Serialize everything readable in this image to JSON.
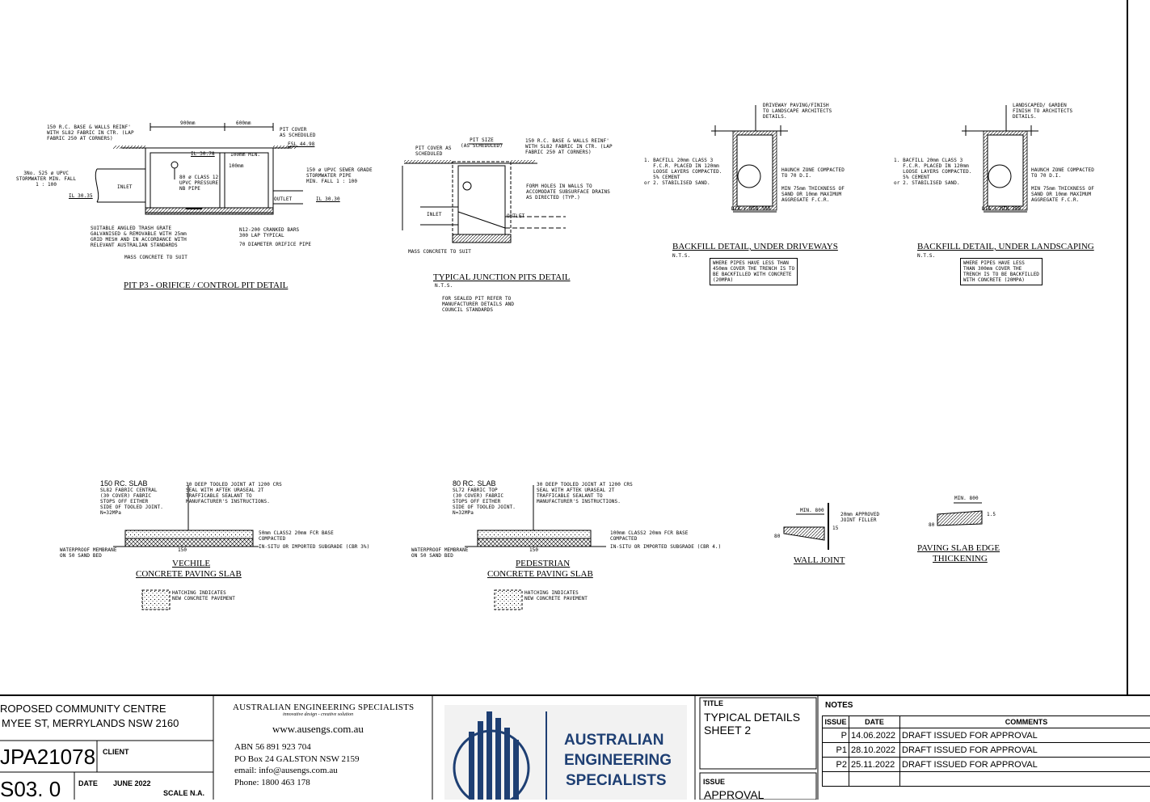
{
  "details": {
    "pit_p3": {
      "title": "PIT P3 - ORIFICE / CONTROL PIT DETAIL",
      "notes": {
        "base": "150 R.C. BASE & WALLS REINF'\nWITH SL82 FABRIC IN CTR. (LAP\nFABRIC 250 AT CORNERS)",
        "dim1": "900mm",
        "dim2": "600mm",
        "pit_cover": "PIT COVER\nAS SCHEDULED",
        "fsl": "FSL 44.98",
        "il1": "IL 30.78",
        "min100a": "100mm MIN.",
        "min100b": "100mm",
        "upvc": "3No. 525 ø UPVC\nSTORMWATER MIN. FALL\n1 : 100",
        "inlet": "INLET",
        "il2": "IL 30.35",
        "class12": "80 ø CLASS 12\nUPVC PRESSURE\nNB PIPE",
        "sewer": "150 ø UPVC SEWER GRADE\nSTORMWATER PIPE\nMIN. FALL 1 : 100",
        "outlet": "OUTLET",
        "il3": "IL 30.30",
        "trash": "SUITABLE ANGLED TRASH GRATE\nGALVANISED & REMOVABLE WITH 25mm\nGRID MESH AND IN ACCORDANCE WITH\nRELEVANT AUSTRALIAN STANDARDS",
        "n12": "N12-200 CRANKED BARS\n300 LAP TYPICAL",
        "orifice": "70 DIAMETER ORIFICE PIPE",
        "mass": "MASS CONCRETE TO SUIT"
      }
    },
    "junction": {
      "title": "TYPICAL JUNCTION PITS DETAIL",
      "nts": "N.T.S.",
      "note": "FOR SEALED PIT REFER TO\nMANUFACTURER DETAILS AND\nCOUNCIL STANDARDS",
      "notes": {
        "pit_size": "PIT SIZE\n(AS SCHEDULED)",
        "cover": "PIT COVER AS\nSCHEDULED",
        "base": "150 R.C. BASE & WALLS REINF'\nWITH SL82 FABRIC IN CTR. (LAP\nFABRIC 250 AT CORNERS)",
        "form": "FORM HOLES IN WALLS TO\nACCOMODATE SUBSURFACE DRAINS\nAS DIRECTED (TYP.)",
        "inlet": "INLET",
        "outlet": "OUTLET",
        "mass": "MASS CONCRETE TO SUIT"
      }
    },
    "backfill_drive": {
      "title": "BACKFILL DETAIL, UNDER DRIVEWAYS",
      "nts": "N.T.S.",
      "box": "WHERE PIPES HAVE LESS THAN\n450mm COVER THE TRENCH IS TO\nBE BACKFILLED WITH CONCRETE\n(20MPA)",
      "notes": {
        "top": "DRIVEWAY PAVING/FINISH\nTO LANDSCAPE ARCHITECTS\nDETAILS.",
        "left": "1. BACFILL 20mm CLASS 3\n   F.C.R. PLACED IN 120mm\n   LOOSE LAYERS COMPACTED.\n   5% CEMENT\nor 2. STABILISED SAND.",
        "haunch": "HAUNCH ZONE COMPACTED\nTO 70 D.I.",
        "min75": "MIN 75mm THICKNESS OF\nSAND OR 10mm MAXIMUM\nAGGREGATE F.C.R.",
        "dia": "DIA + MIN 300"
      }
    },
    "backfill_land": {
      "title": "BACKFILL DETAIL, UNDER LANDSCAPING",
      "nts": "N.T.S.",
      "box": "WHERE PIPES HAVE LESS\nTHAN 300mm COVER THE\nTRENCH IS TO BE BACKFILLED\nWITH CONCRETE (20MPA)",
      "notes": {
        "top": "LANDSCAPED/ GARDEN\nFINISH TO ARCHITECTS\nDETAILS.",
        "left": "1. BACFILL 20mm CLASS 3\n   F.C.R. PLACED IN 120mm\n   LOOSE LAYERS COMPACTED.\n   5% CEMENT\nor 2. STABILISED SAND.",
        "haunch": "HAUNCH ZONE COMPACTED\nTO 70 D.I.",
        "min75": "MIN 75mm THICKNESS OF\nSAND OR 10mm MAXIMUM\nAGGREGATE F.C.R.",
        "dia": "DIA + MIN 300"
      }
    },
    "vechile": {
      "title1": "VECHILE",
      "title2": "CONCRETE PAVING SLAB",
      "slab": "150 RC. SLAB",
      "fabric": "SL82 FABRIC CENTRAL\n(30 COVER) FABRIC\nSTOPS OFF EITHER\nSIDE OF TOOLED JOINT.\nN=32MPa",
      "joint": "30 DEEP TOOLED JOINT AT 1200 CRS\nSEAL WITH AFTEK URASEAL 2T\nTRAFFICABLE SEALANT TO\nMANUFACTURER'S INSTRUCTIONS.",
      "base": "50mm CLASS2 20mm FCR BASE\nCOMPACTED",
      "subgrade": "IN-SITU OR IMPORTED SUBGRADE (CBR 3%)",
      "membrane": "WATERPROOF MEMBRANE\nON 50 SAND BED",
      "dim": "150",
      "hatch": "HATCHING INDICATES\nNEW CONCRETE PAVEMENT"
    },
    "pedestrian": {
      "title1": "PEDESTRIAN",
      "title2": "CONCRETE PAVING SLAB",
      "slab": "80 RC. SLAB",
      "fabric": "SL72 FABRIC TOP\n(30 COVER) FABRIC\nSTOPS OFF EITHER\nSIDE OF TOOLED JOINT.\nN=32MPa",
      "joint": "30 DEEP TOOLED JOINT AT 1200 CRS\nSEAL WITH AFTEK URASEAL 2T\nTRAFFICABLE SEALANT TO\nMANUFACTURER'S INSTRUCTIONS.",
      "base": "100mm CLASS2 20mm FCR BASE\nCOMPACTED",
      "subgrade": "IN-SITU OR IMPORTED SUBGRADE (CBR 4.)",
      "membrane": "WATERPROOF MEMBRANE\nON 50 SAND BED",
      "dim": "150",
      "hatch": "HATCHING INDICATES\nNEW CONCRETE PAVEMENT"
    },
    "wall_joint": {
      "title": "WALL JOINT",
      "min": "MIN. 800",
      "filler": "20mm APPROVED\nJOINT FILLER",
      "d1": "80",
      "d2": "15"
    },
    "edge": {
      "title1": "PAVING SLAB EDGE",
      "title2": "THICKENING",
      "min": "MIN. 800",
      "d1": "80",
      "d2": "1.5"
    }
  },
  "title_block": {
    "project_line1": "ROPOSED COMMUNITY CENTRE",
    "project_line2": "MYEE ST, MERRYLANDS  NSW 2160",
    "job": "JPA21078",
    "client_label": "CLIENT",
    "sheet": "S03. 0",
    "date_label": "DATE",
    "date_value": "JUNE 2022",
    "scale": "SCALE N.A.",
    "company_name": "AUSTRALIAN ENGINEERING SPECIALISTS",
    "tagline": "innovative design - creative solution",
    "website": "www.ausengs.com.au",
    "abn": "ABN 56 891 923 704",
    "po": "PO Box 24 GALSTON NSW 2159",
    "email": "email: info@ausengs.com.au",
    "phone": "Phone: 1800 463 178",
    "logo_line1": "AUSTRALIAN",
    "logo_line2": "ENGINEERING",
    "logo_line3": "SPECIALISTS",
    "title_label": "TITLE",
    "title_line1": "TYPICAL DETAILS",
    "title_line2": "SHEET 2",
    "issue_label": "ISSUE",
    "issue_value": "APPROVAL",
    "notes_label": "NOTES",
    "notes_headers": [
      "ISSUE",
      "DATE",
      "COMMENTS"
    ],
    "revisions": [
      {
        "issue": "P",
        "date": "14.06.2022",
        "comment": "DRAFT ISSUED FOR APPROVAL"
      },
      {
        "issue": "P1",
        "date": "28.10.2022",
        "comment": "DRAFT ISSUED FOR APPROVAL"
      },
      {
        "issue": "P2",
        "date": "25.11.2022",
        "comment": "DRAFT ISSUED FOR APPROVAL"
      }
    ]
  }
}
